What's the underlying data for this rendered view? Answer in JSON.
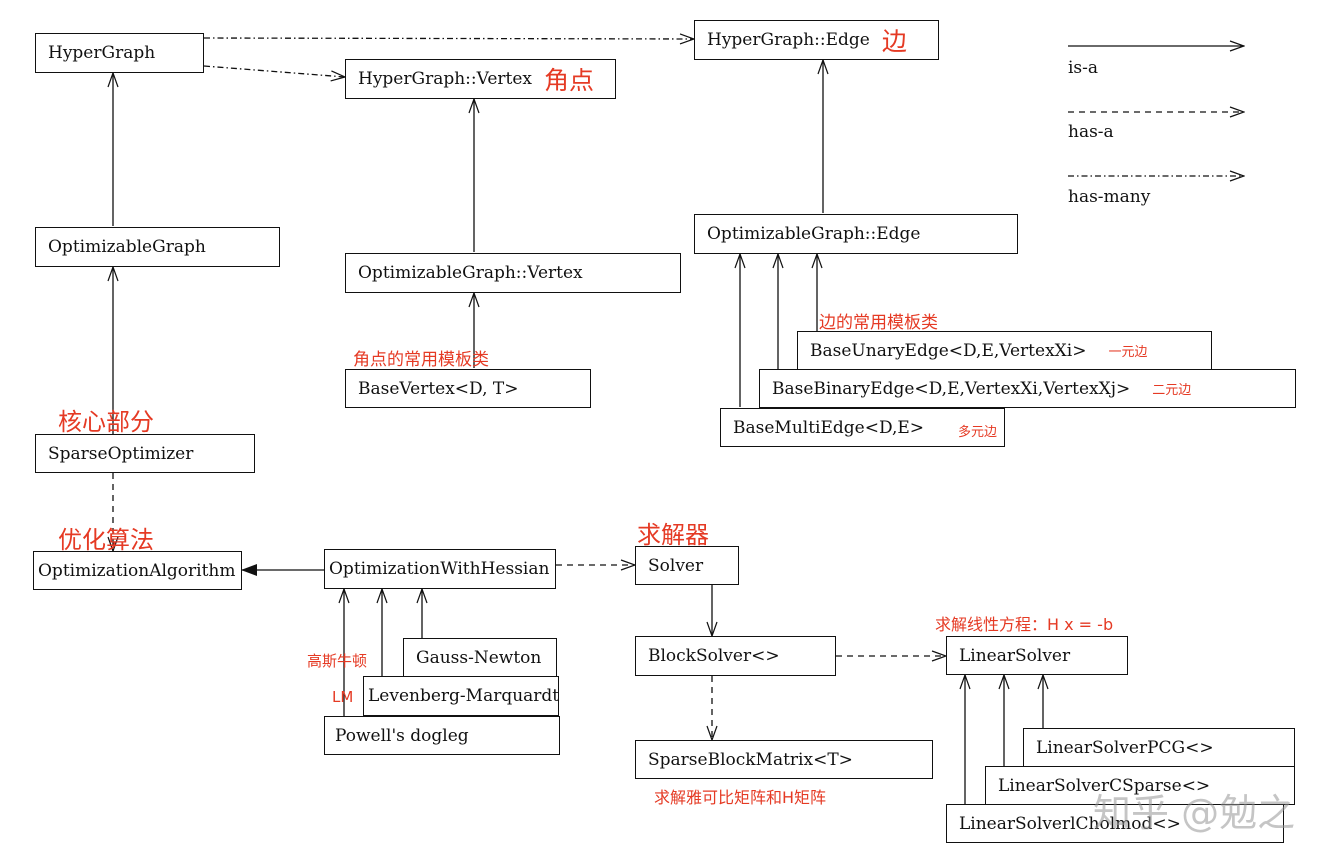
{
  "nodes": {
    "hypergraph": "HyperGraph",
    "hg_vertex": "HyperGraph::Vertex",
    "hg_edge": "HyperGraph::Edge",
    "opt_graph": "OptimizableGraph",
    "og_vertex": "OptimizableGraph::Vertex",
    "og_edge": "OptimizableGraph::Edge",
    "base_vertex": "BaseVertex<D, T>",
    "base_unary": "BaseUnaryEdge<D,E,VertexXi>",
    "base_binary": "BaseBinaryEdge<D,E,VertexXi,VertexXj>",
    "base_multi": "BaseMultiEdge<D,E>",
    "sparse_opt": "SparseOptimizer",
    "opt_algo": "OptimizationAlgorithm",
    "opt_hessian": "OptimizationWithHessian",
    "solver": "Solver",
    "block_solver": "BlockSolver<>",
    "sparse_block": "SparseBlockMatrix<T>",
    "linear_solver": "LinearSolver",
    "gauss_newton": "Gauss-Newton",
    "levenberg": "Levenberg-Marquardt",
    "powell": "Powell's dogleg",
    "ls_pcg": "LinearSolverPCG<>",
    "ls_csparse": "LinearSolverCSparse<>",
    "ls_cholmod": "LinearSolverlCholmod<>"
  },
  "annotations": {
    "vertex": "角点",
    "edge": "边",
    "vertex_templates": "角点的常用模板类",
    "edge_templates": "边的常用模板类",
    "unary": "一元边",
    "binary": "二元边",
    "multi": "多元边",
    "core": "核心部分",
    "opt_algo": "优化算法",
    "solver": "求解器",
    "gauss_newton": "高斯牛顿",
    "lm": "LM",
    "linear_eq": "求解线性方程：H x = -b",
    "jacobian": "求解雅可比矩阵和H矩阵"
  },
  "legend": {
    "is_a": "is-a",
    "has_a": "has-a",
    "has_many": "has-many"
  },
  "watermark": "知乎 @勉之"
}
